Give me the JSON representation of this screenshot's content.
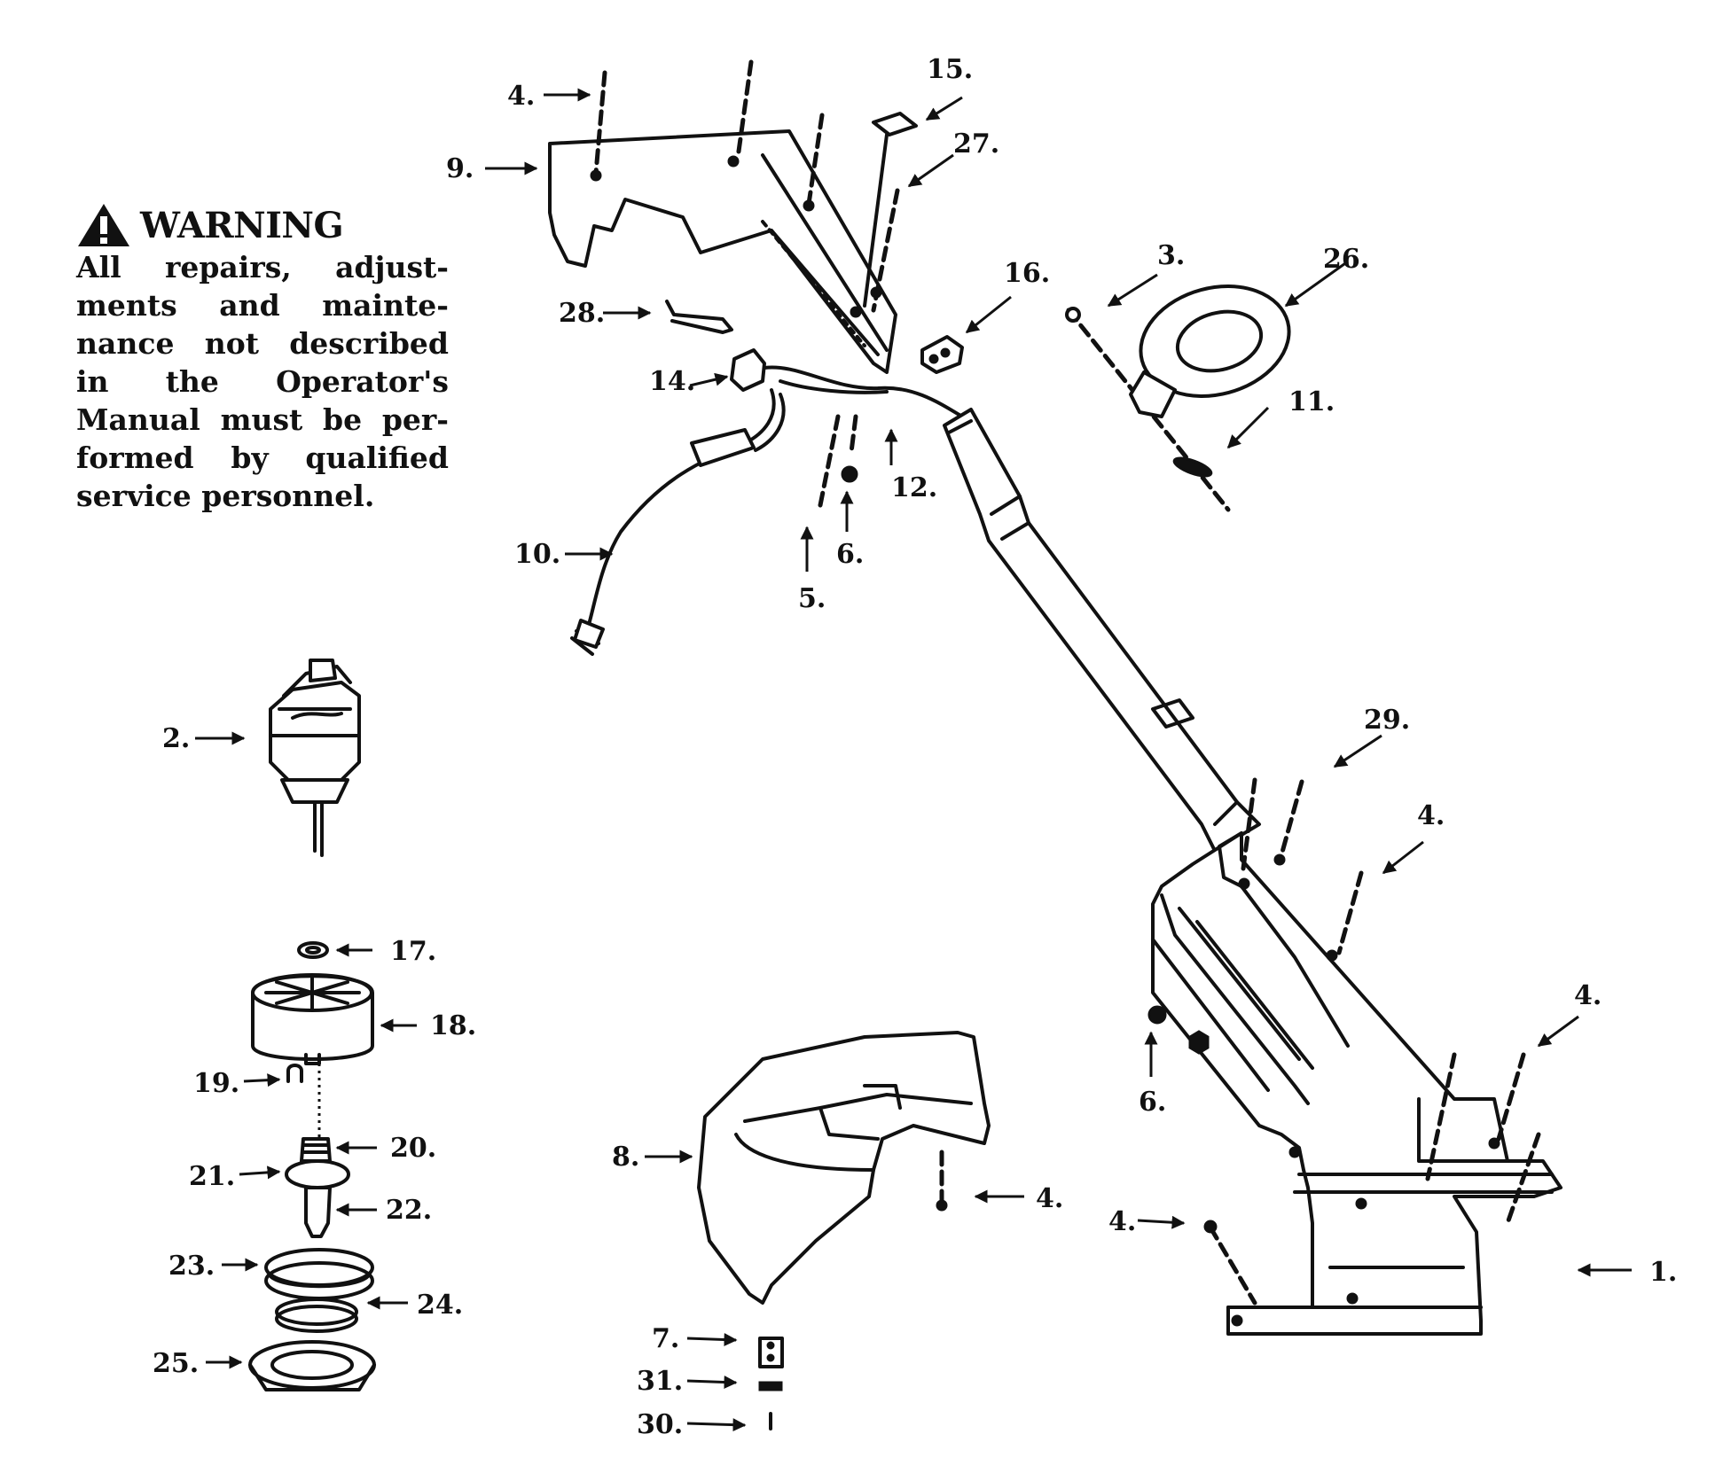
{
  "warning": {
    "title": "WARNING",
    "lines": [
      [
        "All",
        "repairs,",
        "adjust-"
      ],
      [
        "ments",
        "and",
        "mainte-"
      ],
      [
        "nance",
        "not",
        "described"
      ],
      [
        "in",
        "the",
        "Operator's"
      ],
      [
        "Manual",
        "must",
        "be",
        "per-"
      ],
      [
        "formed",
        "by",
        "qualified"
      ],
      [
        "service",
        "personnel."
      ]
    ]
  },
  "callouts": {
    "p1": "1.",
    "p2": "2.",
    "p3": "3.",
    "p4a": "4.",
    "p4b": "4.",
    "p4c": "4.",
    "p4d": "4.",
    "p4e": "4.",
    "p5": "5.",
    "p6a": "6.",
    "p6b": "6.",
    "p7": "7.",
    "p8": "8.",
    "p9": "9.",
    "p10": "10.",
    "p11": "11.",
    "p12": "12.",
    "p14": "14.",
    "p15": "15.",
    "p16": "16.",
    "p17": "17.",
    "p18": "18.",
    "p19": "19.",
    "p20": "20.",
    "p21": "21.",
    "p22": "22.",
    "p23": "23.",
    "p24": "24.",
    "p25": "25.",
    "p26": "26.",
    "p27": "27.",
    "p28": "28.",
    "p29": "29.",
    "p30": "30.",
    "p31": "31."
  }
}
